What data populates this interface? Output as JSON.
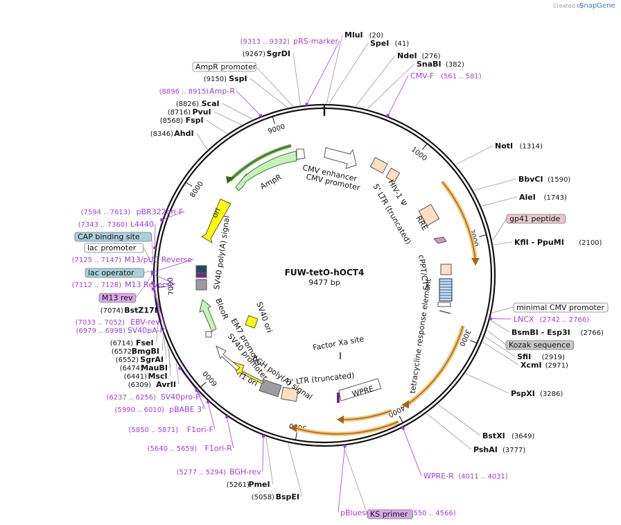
{
  "plasmid": {
    "name": "FUW-tetO-hOCT4",
    "size_label": "9477 bp",
    "length": 9477
  },
  "branding": {
    "created_by": "Created by",
    "brand_name": "SnapGene"
  },
  "ring_ticks": [
    {
      "pos": 1000,
      "label": "1000"
    },
    {
      "pos": 2000,
      "label": "2000"
    },
    {
      "pos": 3000,
      "label": "3000"
    },
    {
      "pos": 4000,
      "label": "4000"
    },
    {
      "pos": 5000,
      "label": "5000"
    },
    {
      "pos": 6000,
      "label": "6000"
    },
    {
      "pos": 7000,
      "label": "7000"
    },
    {
      "pos": 8000,
      "label": "8000"
    },
    {
      "pos": 9000,
      "label": "9000"
    }
  ],
  "enzymes": [
    {
      "name": "MluI",
      "pos_label": "(20)",
      "pos": 20
    },
    {
      "name": "SpeI",
      "pos_label": "(41)",
      "pos": 41
    },
    {
      "name": "NdeI",
      "pos_label": "(276)",
      "pos": 276
    },
    {
      "name": "SnaBI",
      "pos_label": "(382)",
      "pos": 382
    },
    {
      "name": "NotI",
      "pos_label": "(1314)",
      "pos": 1314
    },
    {
      "name": "BbvCI",
      "pos_label": "(1590)",
      "pos": 1590
    },
    {
      "name": "AleI",
      "pos_label": "(1743)",
      "pos": 1743
    },
    {
      "name": "KflI  - PpuMI",
      "pos_label": "(2100)",
      "pos": 2100
    },
    {
      "name": "BsmBI  - Esp3I",
      "pos_label": "(2766)",
      "pos": 2766
    },
    {
      "name": "SfiI",
      "pos_label": "(2919)",
      "pos": 2919
    },
    {
      "name": "XcmI",
      "pos_label": "(2971)",
      "pos": 2971
    },
    {
      "name": "PspXI",
      "pos_label": "(3286)",
      "pos": 3286
    },
    {
      "name": "BstXI",
      "pos_label": "(3649)",
      "pos": 3649
    },
    {
      "name": "PshAI",
      "pos_label": "(3777)",
      "pos": 3777
    },
    {
      "name": "PmeI",
      "pos_label": "(5261)",
      "pos": 5261
    },
    {
      "name": "BspEI",
      "pos_label": "(5058)",
      "pos": 5058
    },
    {
      "name": "AvrII",
      "pos_label": "(6309)",
      "pos": 6309
    },
    {
      "name": "MscI",
      "pos_label": "(6441)",
      "pos": 6441
    },
    {
      "name": "MauBI",
      "pos_label": "(6474)",
      "pos": 6474
    },
    {
      "name": "SgrAI",
      "pos_label": "(6552)",
      "pos": 6552
    },
    {
      "name": "BmgBI",
      "pos_label": "(6572)",
      "pos": 6572
    },
    {
      "name": "FseI",
      "pos_label": "(6714)",
      "pos": 6714
    },
    {
      "name": "BstZ17I",
      "pos_label": "(7074)",
      "pos": 7074
    },
    {
      "name": "AhdI",
      "pos_label": "(8346)",
      "pos": 8346
    },
    {
      "name": "FspI",
      "pos_label": "(8568)",
      "pos": 8568
    },
    {
      "name": "PvuI",
      "pos_label": "(8716)",
      "pos": 8716
    },
    {
      "name": "ScaI",
      "pos_label": "(8826)",
      "pos": 8826
    },
    {
      "name": "SspI",
      "pos_label": "(9150)",
      "pos": 9150
    },
    {
      "name": "SgrDI",
      "pos_label": "(9267)",
      "pos": 9267
    }
  ],
  "primers": [
    {
      "name": "pRS-marker",
      "range": "(9313 .. 9332)",
      "pos": 9322
    },
    {
      "name": "Amp-R",
      "range": "(8896 .. 8915)",
      "pos": 8905
    },
    {
      "name": "CMV-F",
      "range": "(561 .. 581)",
      "pos": 571
    },
    {
      "name": "pBR322ori-F",
      "range": "(7594 .. 7613)",
      "pos": 7603
    },
    {
      "name": "L4440",
      "range": "(7343 .. 7360)",
      "pos": 7351
    },
    {
      "name": "M13/pUC Reverse",
      "range": "(7125 .. 7147)",
      "pos": 7136
    },
    {
      "name": "M13 Reverse",
      "range": "(7112 .. 7128)",
      "pos": 7120
    },
    {
      "name": "EBV-rev",
      "range": "(7033 .. 7052)",
      "pos": 7042
    },
    {
      "name": "SV40pA-R",
      "range": "(6979 .. 6998)",
      "pos": 6988
    },
    {
      "name": "SV40pro-F",
      "range": "(6237 .. 6256)",
      "pos": 6246
    },
    {
      "name": "pBABE 3'",
      "range": "(5990 .. 6010)",
      "pos": 6000
    },
    {
      "name": "F1ori-F",
      "range": "(5850 .. 5871)",
      "pos": 5860
    },
    {
      "name": "F1ori-R",
      "range": "(5640 .. 5659)",
      "pos": 5650
    },
    {
      "name": "BGH-rev",
      "range": "(5277 .. 5294)",
      "pos": 5285
    },
    {
      "name": "pBluescriptKS",
      "range": "(4550 .. 4566)",
      "pos": 4558
    },
    {
      "name": "WPRE-R",
      "range": "(4011 .. 4031)",
      "pos": 4021
    },
    {
      "name": "LNCX",
      "range": "(2742 .. 2766)",
      "pos": 2754
    }
  ],
  "boxed_labels": [
    {
      "name": "AmpR promoter",
      "color": "#ffffff",
      "pos": 9200
    },
    {
      "name": "gp41 peptide",
      "color": "#e8c8d0",
      "pos": 2060
    },
    {
      "name": "CAP binding site",
      "color": "#a8d0dc",
      "pos": 7250
    },
    {
      "name": "lac promoter",
      "color": "#ffffff",
      "pos": 7200
    },
    {
      "name": "lac operator",
      "color": "#a8d0dc",
      "pos": 7150
    },
    {
      "name": "M13 rev",
      "color": "#d9a8e8",
      "pos": 7110
    },
    {
      "name": "minimal CMV promoter",
      "color": "#ffffff",
      "pos": 2700
    },
    {
      "name": "Kozak sequence",
      "color": "#c8c8c8",
      "pos": 2860
    },
    {
      "name": "KS primer",
      "color": "#d9a8e8",
      "pos": 4570
    }
  ],
  "features": [
    {
      "name": "CMV enhancer",
      "type": "white-arrow"
    },
    {
      "name": "CMV promoter",
      "type": "white-arrow"
    },
    {
      "name": "HIV-1 Ψ",
      "type": "tan-box"
    },
    {
      "name": "5' LTR (truncated)",
      "type": "tan-box"
    },
    {
      "name": "RRE",
      "type": "tan-box"
    },
    {
      "name": "cPPT/CTS",
      "type": "tan-box"
    },
    {
      "name": "tetracycline response element",
      "type": "hatched"
    },
    {
      "name": "Factor Xa site",
      "type": "line"
    },
    {
      "name": "WPRE",
      "type": "white-box"
    },
    {
      "name": "5' LTR (truncated)",
      "type": "tan-box"
    },
    {
      "name": "bGH poly(A) signal",
      "type": "gray-box"
    },
    {
      "name": "f1 ori",
      "type": "yellow-arrow"
    },
    {
      "name": "SV40 promoter",
      "type": "white-arrow"
    },
    {
      "name": "EM7 promoter",
      "type": "white-arrow"
    },
    {
      "name": "BleoR",
      "type": "green-arrow"
    },
    {
      "name": "SV40 ori",
      "type": "yellow-box"
    },
    {
      "name": "SV40 poly(A) signal",
      "type": "gray-box"
    },
    {
      "name": "ori",
      "type": "yellow-arrow"
    },
    {
      "name": "AmpR",
      "type": "green-arrow"
    }
  ]
}
